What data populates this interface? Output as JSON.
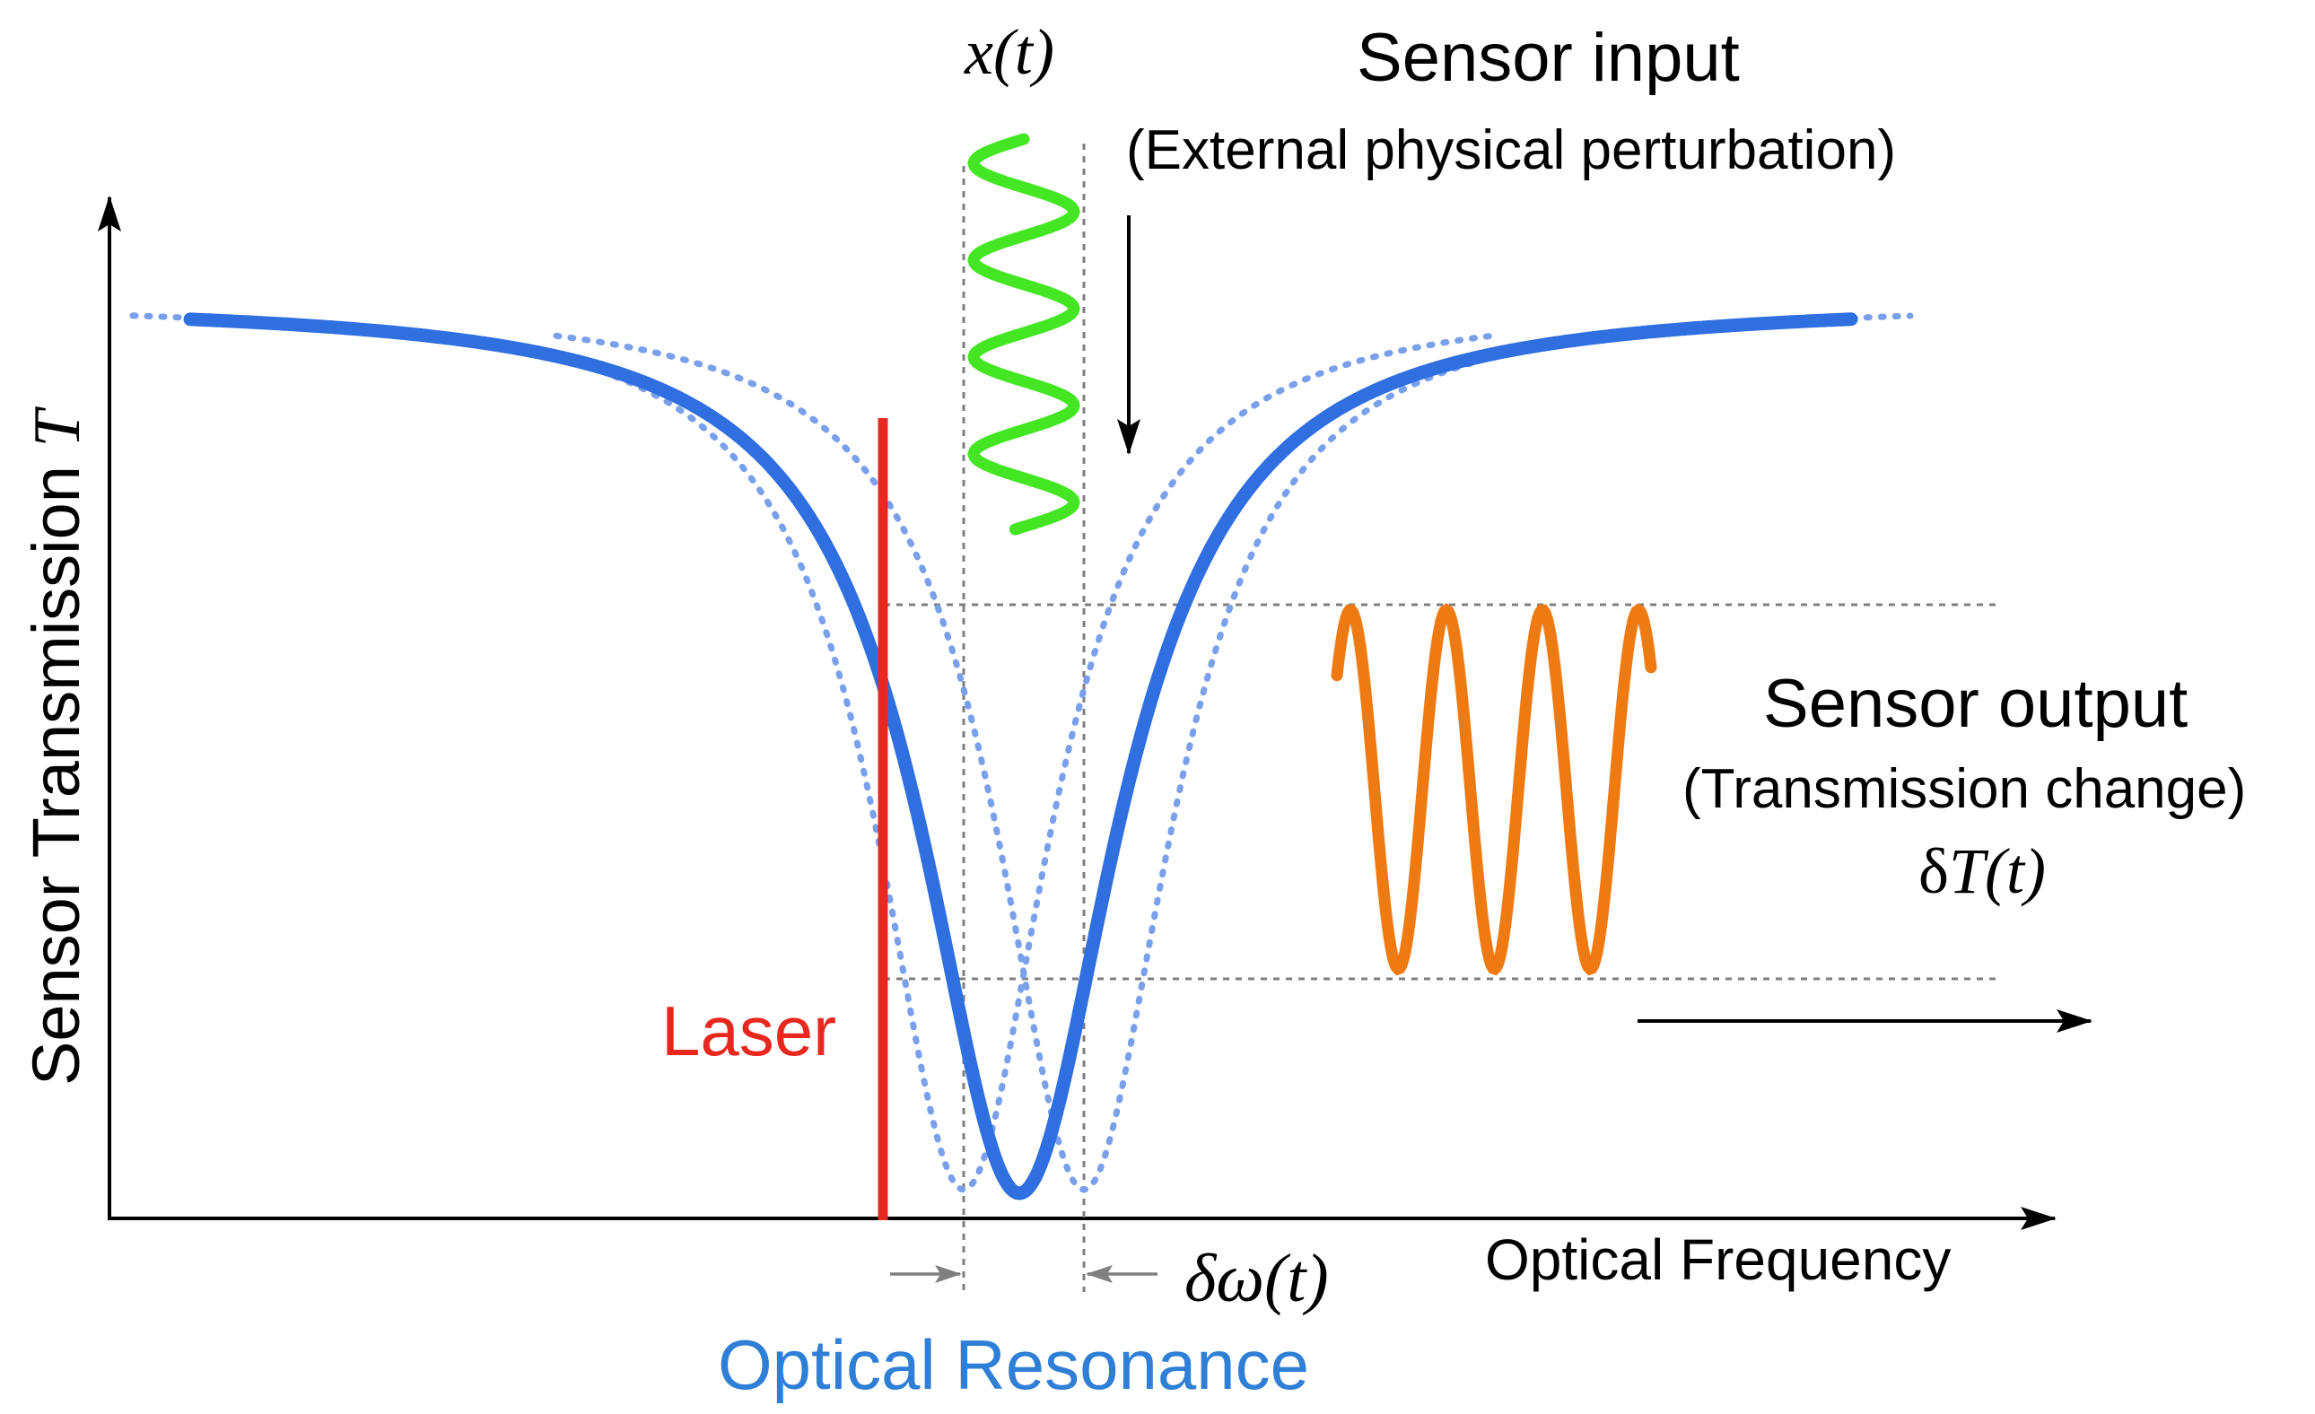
{
  "axes": {
    "y_label_main": "Sensor Transmission ",
    "y_label_symbol": "T",
    "x_label": "Optical Frequency"
  },
  "input": {
    "title": "Sensor input",
    "subtitle": "(External physical perturbation)",
    "symbol": "x(t)"
  },
  "output": {
    "title": "Sensor output",
    "subtitle": "(Transmission change)",
    "symbol_prefix": "δ",
    "symbol_main": "T(t)"
  },
  "laser_label": "Laser",
  "resonance_label": "Optical Resonance",
  "shift_symbol": "δω(t)",
  "colors": {
    "resonance_curve": "#2f6fe0",
    "shifted_curve": "#7aa0ec",
    "laser": "#e8281e",
    "input_wave": "#44e623",
    "output_wave": "#f07a12",
    "resonance_label": "#2f7fd6",
    "axis": "#000000",
    "guide": "#7f7f7f"
  }
}
